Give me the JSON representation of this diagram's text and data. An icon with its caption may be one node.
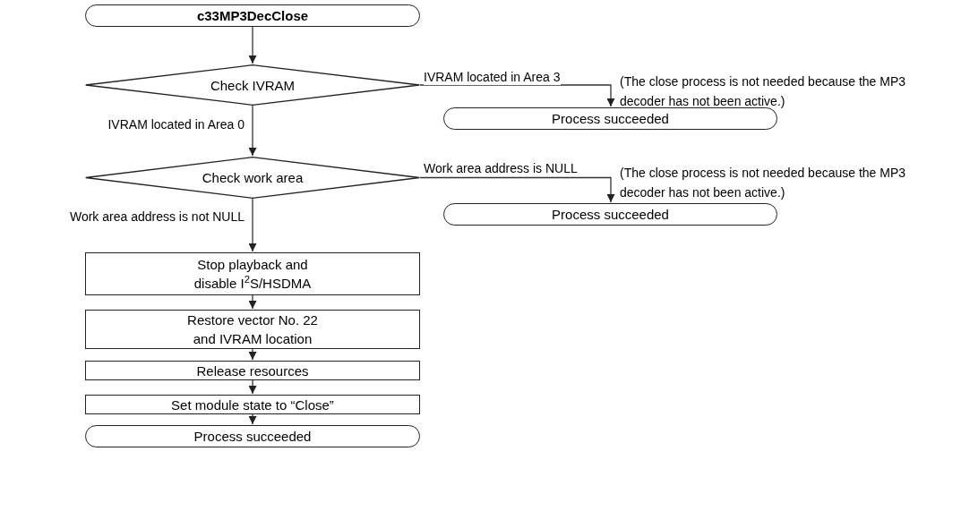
{
  "diagram": {
    "nodes": [
      {
        "text": [
          "c33MP3DecClose"
        ]
      },
      {
        "text": [
          "Check IVRAM"
        ]
      },
      {
        "text": [
          "Process succeeded"
        ]
      },
      {
        "text": [
          "Check work area"
        ]
      },
      {
        "text": [
          "Process succeeded"
        ]
      },
      {
        "text": [
          "Stop playback and disable I$^{2}$S/HSDMA"
        ]
      },
      {
        "text": [
          "Restore vector No. 22 and IVRAM location"
        ]
      },
      {
        "text": [
          "Release resources"
        ]
      },
      {
        "text": [
          "Set module state to “Close”"
        ]
      },
      {
        "text": [
          "Process succeeded"
        ]
      }
    ],
    "edges": [
      {
        "from": 0,
        "to": 1,
        "arrow": "to"
      },
      {
        "from": 1,
        "to": 2,
        "arrow": "to",
        "label": "IVRAM located in Area 3"
      },
      {
        "from": 1,
        "to": 3,
        "arrow": "to",
        "label": "IVRAM located in Area 0"
      },
      {
        "from": 3,
        "to": 4,
        "arrow": "to",
        "label": "Work area address is NULL"
      },
      {
        "from": 3,
        "to": 5,
        "arrow": "to",
        "label": "Work area address is not NULL"
      },
      {
        "from": 5,
        "to": 6,
        "arrow": "to"
      },
      {
        "from": 6,
        "to": 7,
        "arrow": "to"
      },
      {
        "from": 7,
        "to": 8,
        "arrow": "to"
      },
      {
        "from": 8,
        "to": 9,
        "arrow": "to"
      }
    ],
    "labels": [
      "(The close process is not needed because the MP3 decoder has not been active.)",
      "(The close process is not needed because the MP3 decoder has not been active.)"
    ]
  }
}
